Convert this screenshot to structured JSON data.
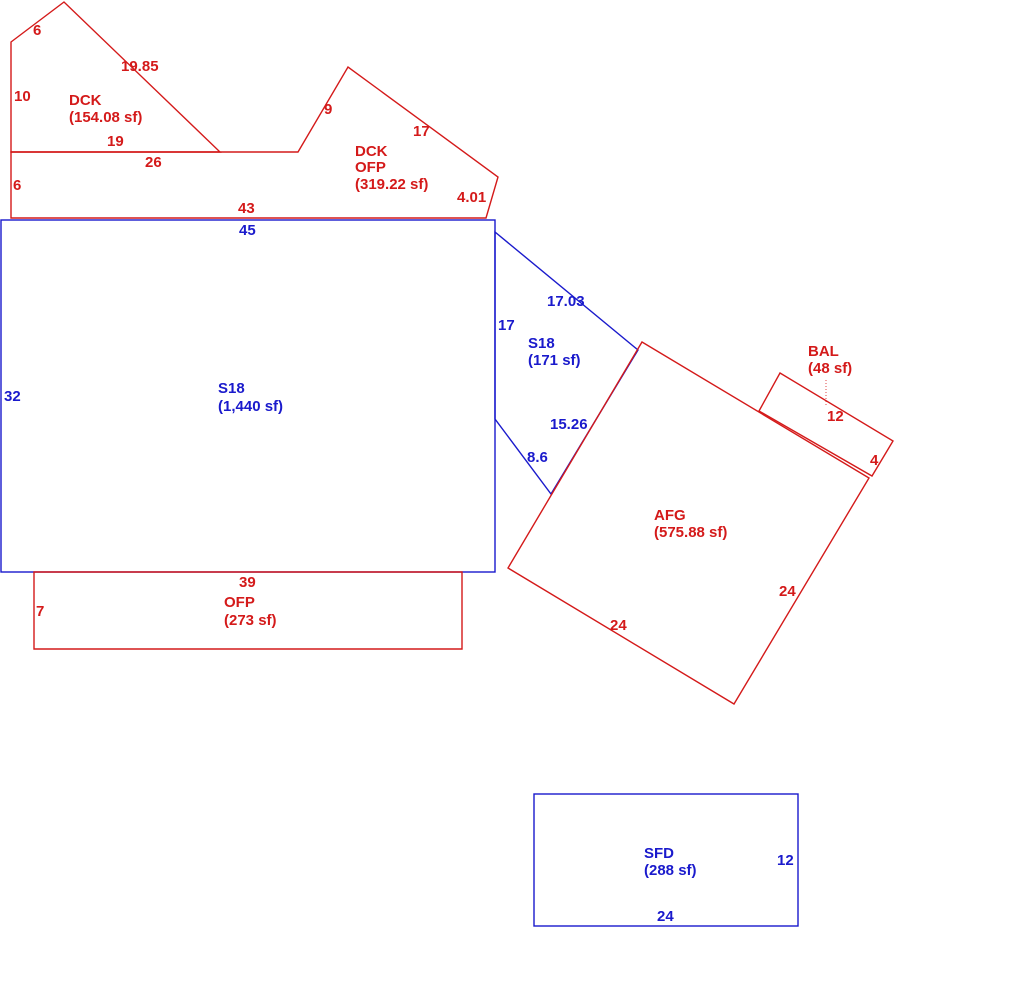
{
  "colors": {
    "red": "#d41a1a",
    "blue": "#1a1acc",
    "background": "#ffffff"
  },
  "areas": {
    "dck_small": {
      "code": "DCK",
      "area": "(154.08 sf)",
      "sides": {
        "top": "6",
        "hyp": "19.85",
        "left": "10",
        "bottom": "19"
      }
    },
    "dck_ofp": {
      "code1": "DCK",
      "code2": "OFP",
      "area": "(319.22 sf)",
      "sides": {
        "top": "26",
        "slant": "9",
        "upper": "17",
        "right": "4.01",
        "left": "6",
        "bottom": "43"
      }
    },
    "s18_main": {
      "code": "S18",
      "area": "(1,440 sf)",
      "sides": {
        "top": "45",
        "left": "32"
      }
    },
    "s18_side": {
      "code": "S18",
      "area": "(171 sf)",
      "sides": {
        "left": "17",
        "top": "17.03",
        "right": "15.26",
        "bottom": "8.6"
      }
    },
    "ofp": {
      "code": "OFP",
      "area": "(273 sf)",
      "sides": {
        "top": "39",
        "left": "7"
      }
    },
    "afg": {
      "code": "AFG",
      "area": "(575.88 sf)",
      "sides": {
        "bottom": "24",
        "right": "24"
      }
    },
    "bal": {
      "code": "BAL",
      "area": "(48 sf)",
      "sides": {
        "long": "12",
        "short": "4"
      }
    },
    "sfd": {
      "code": "SFD",
      "area": "(288 sf)",
      "sides": {
        "right": "12",
        "bottom": "24"
      }
    }
  }
}
